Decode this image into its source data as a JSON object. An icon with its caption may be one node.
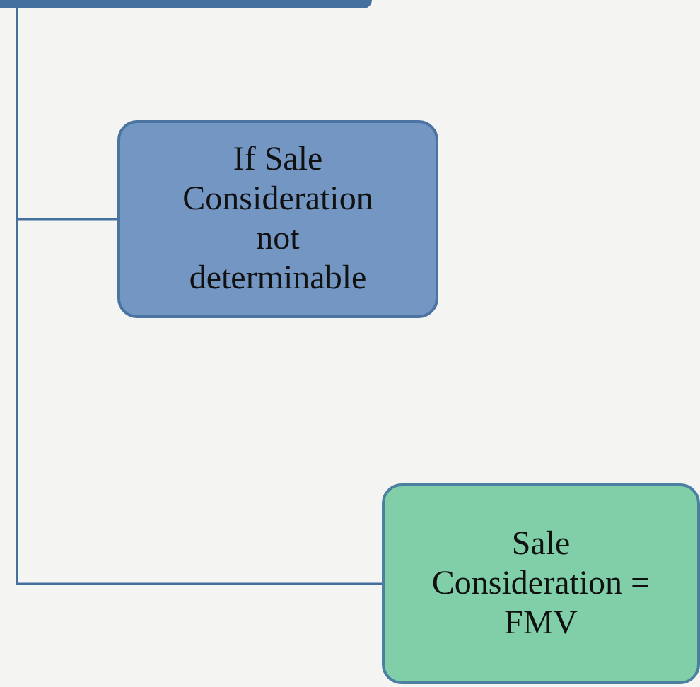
{
  "diagram": {
    "nodes": [
      {
        "text": [],
        "shape": "box"
      },
      {
        "text": [
          "If Sale Consideration not determinable"
        ]
      },
      {
        "text": [
          "Sale Consideration = FMV"
        ]
      }
    ],
    "edges": [
      {
        "from": 0,
        "to": 1,
        "arrow": "none"
      },
      {
        "from": 0,
        "to": 2,
        "arrow": "none"
      }
    ]
  }
}
